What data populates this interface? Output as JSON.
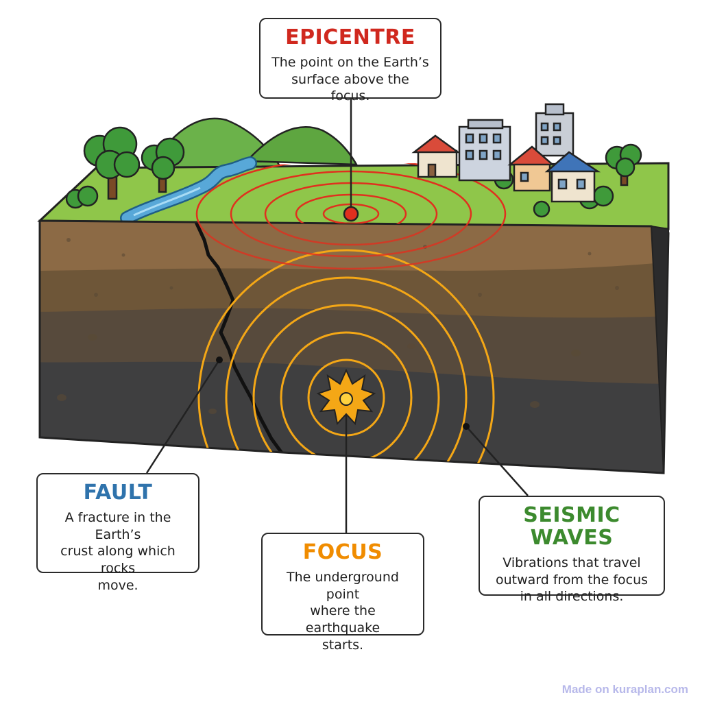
{
  "labels": {
    "epicentre": {
      "title": "EPICENTRE",
      "text": "The point on the Earth’s\nsurface above the focus.",
      "color": "#d0281e"
    },
    "fault": {
      "title": "FAULT",
      "text": "A fracture in the Earth’s\ncrust along which rocks\nmove.",
      "color": "#2f73ac"
    },
    "focus": {
      "title": "FOCUS",
      "text": "The underground point\nwhere the earthquake\nstarts.",
      "color": "#f08c00"
    },
    "seismic_waves": {
      "title": "SEISMIC WAVES",
      "text": "Vibrations that travel\noutward from the focus\nin all directions.",
      "color": "#3c8a2e"
    }
  },
  "watermark": "Made on kuraplan.com",
  "colors": {
    "grass": "#8fc64a",
    "soil_top": "#8c6a45",
    "soil_mid": "#6e5638",
    "soil_low": "#574a3c",
    "bedrock": "#3f3f40",
    "river": "#58a8d8",
    "hill": "#6bb24a",
    "tree": "#3f9a3a",
    "epicentre_ring": "#e0301e",
    "wave_ring": "#f4a716"
  }
}
